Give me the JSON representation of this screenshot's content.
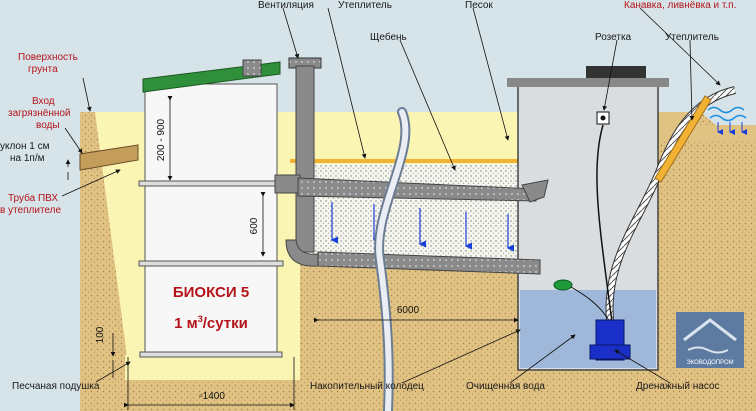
{
  "labels": {
    "ventilation": "Вентиляция",
    "insulation_top": "Утеплитель",
    "sand": "Песок",
    "canal": "Канавка, ливнёвка и т.п.",
    "gravel": "Щебень",
    "socket": "Розетка",
    "insulation_right": "Утеплитель",
    "ground_surface_1": "Поверхность",
    "ground_surface_2": "грунта",
    "inlet_1": "Вход",
    "inlet_2": "загрязнённой",
    "inlet_3": "воды",
    "slope_1": "уклон 1 см",
    "slope_2": "на 1п/м",
    "pipe_1": "Труба ПВХ",
    "pipe_2": "в утеплителе",
    "sand_cushion": "Песчаная подушка",
    "storage_well": "Накопительный колодец",
    "clean_water": "Очищенная вода",
    "drainage_pump": "Дренажный насос",
    "logo_text": "ЭКОВОДОПРОМ"
  },
  "tank": {
    "name": "БИОКСИ 5",
    "capacity_prefix": "1 м",
    "capacity_sup": "3",
    "capacity_suffix": "/сутки"
  },
  "dimensions": {
    "h_200_900": "200 - 900",
    "h_600": "600",
    "h_100": "100",
    "w_1400": "▫1400",
    "w_6000": "6000"
  },
  "colors": {
    "sky": "#d6e3e8",
    "soil": "#e0c283",
    "sand_fill": "#fbf5b4",
    "tank_body": "#f7f7f7",
    "tank_lid": "#2f8f3a",
    "label_red": "#b3141a",
    "pipe": "#8a8a8a",
    "water": "#9fb8da",
    "pump": "#1a2fc8",
    "arrow_blue": "#1a3fd8",
    "insulation_orange": "#f2b234"
  },
  "icons": [
    "electric-socket-icon",
    "float-switch-icon",
    "water-wave-icon",
    "company-logo-icon"
  ]
}
